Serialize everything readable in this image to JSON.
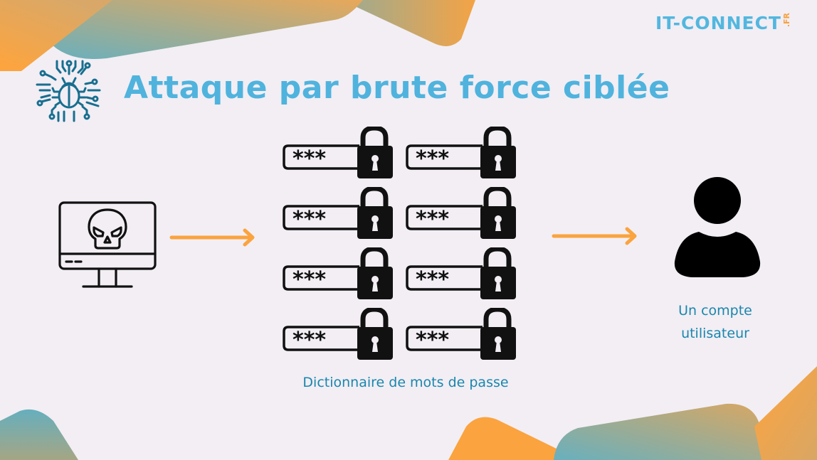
{
  "header": {
    "title": "Attaque par brute force ciblée",
    "title_icon": "bug-circuit-icon"
  },
  "brand": {
    "logo_main": "IT-CONNECT",
    "logo_tld": ".FR",
    "colors": {
      "primary": "#52b7df",
      "accent": "#f7a13f"
    }
  },
  "diagram": {
    "attacker": {
      "icon": "computer-skull-icon"
    },
    "arrow_1": {
      "icon": "arrow-right-icon",
      "color": "#f7a13f"
    },
    "dictionary": {
      "icon": "password-lock-icon",
      "items": [
        {
          "mask": "***"
        },
        {
          "mask": "***"
        },
        {
          "mask": "***"
        },
        {
          "mask": "***"
        },
        {
          "mask": "***"
        },
        {
          "mask": "***"
        },
        {
          "mask": "***"
        },
        {
          "mask": "***"
        }
      ],
      "caption": "Dictionnaire de mots de passe"
    },
    "arrow_2": {
      "icon": "arrow-right-icon",
      "color": "#f7a13f"
    },
    "target": {
      "icon": "user-icon",
      "caption_line1": "Un compte",
      "caption_line2": "utilisateur"
    }
  },
  "colors": {
    "background": "#f2eef4",
    "caption_text": "#1a86ad",
    "title_text": "#4fb3dd",
    "teal_shape": "#69b0bd",
    "orange_shape": "#fba33e"
  }
}
